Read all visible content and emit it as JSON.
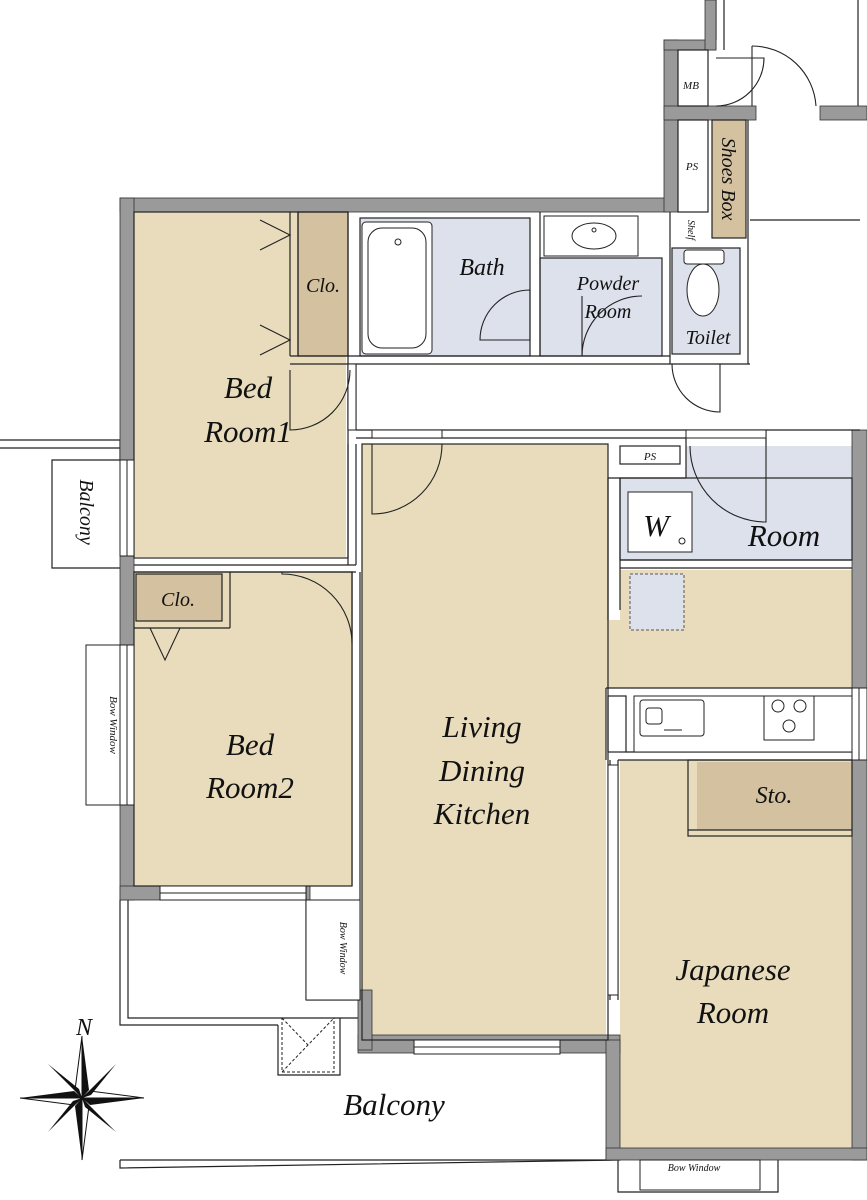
{
  "colors": {
    "wall": "#9a9a9a",
    "room_fill": "#e8dcbd",
    "storage_fill": "#d3c1a0",
    "wet_fill": "#dde1ec",
    "line": "#222222"
  },
  "rooms": {
    "bedroom1": {
      "line1": "Bed",
      "line2": "Room1"
    },
    "bedroom2": {
      "line1": "Bed",
      "line2": "Room2"
    },
    "ldk": {
      "line1": "Living",
      "line2": "Dining",
      "line3": "Kitchen"
    },
    "japanese": {
      "line1": "Japanese",
      "line2": "Room"
    },
    "bath": "Bath",
    "powder": {
      "line1": "Powder",
      "line2": "Room"
    },
    "toilet": "Toilet",
    "wash_room": "Room",
    "closet1": "Clo.",
    "closet2": "Clo.",
    "storage": "Sto.",
    "shoes_box": "Shoes Box",
    "shelf": "Shelf",
    "mb": "MB",
    "ps_top": "PS",
    "ps_mid": "PS",
    "washer": "W",
    "balcony_main": "Balcony",
    "balcony_side": "Balcony",
    "bow_window_left": "Bow Window",
    "bow_window_mid": "Bow Window",
    "bow_window_bottom": "Bow Window"
  },
  "compass": {
    "north_label": "N",
    "icon": "compass-rose-icon"
  }
}
